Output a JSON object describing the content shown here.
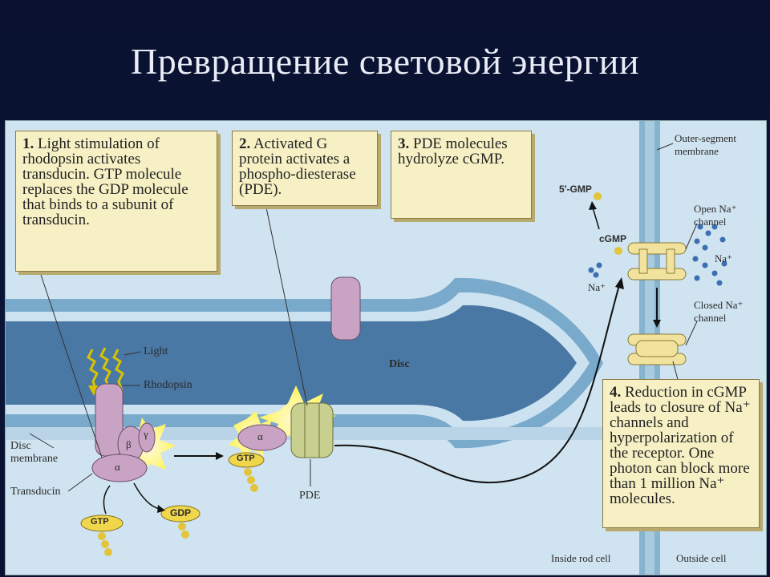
{
  "title": "Превращение световой энергии",
  "steps": [
    {
      "num": "1.",
      "text": "Light stimulation of rhodopsin activates transducin. GTP molecule replaces the GDP molecule that binds to a subunit of transducin."
    },
    {
      "num": "2.",
      "text": "Activated G protein activates a phospho-diesterase (PDE)."
    },
    {
      "num": "3.",
      "text": "PDE molecules hydrolyze cGMP."
    },
    {
      "num": "4.",
      "text": "Reduction in cGMP leads to closure of Na⁺ channels and hyperpolarization of the receptor. One photon can block more than 1 million Na⁺ molecules."
    }
  ],
  "labels": {
    "light": "Light",
    "rhodopsin": "Rhodopsin",
    "disc": "Disc",
    "disc_membrane": "Disc membrane",
    "transducin": "Transducin",
    "pde": "PDE",
    "gtp": "GTP",
    "gdp": "GDP",
    "gmp5": "5′-GMP",
    "cgmp": "cGMP",
    "alpha": "α",
    "beta": "β",
    "gamma": "γ",
    "outer_segment_membrane": "Outer-segment membrane",
    "open_na_channel": "Open Na⁺ channel",
    "closed_na_channel": "Closed Na⁺ channel",
    "na_plus": "Na⁺",
    "inside_rod_cell": "Inside rod cell",
    "outside_cell": "Outside cell"
  }
}
